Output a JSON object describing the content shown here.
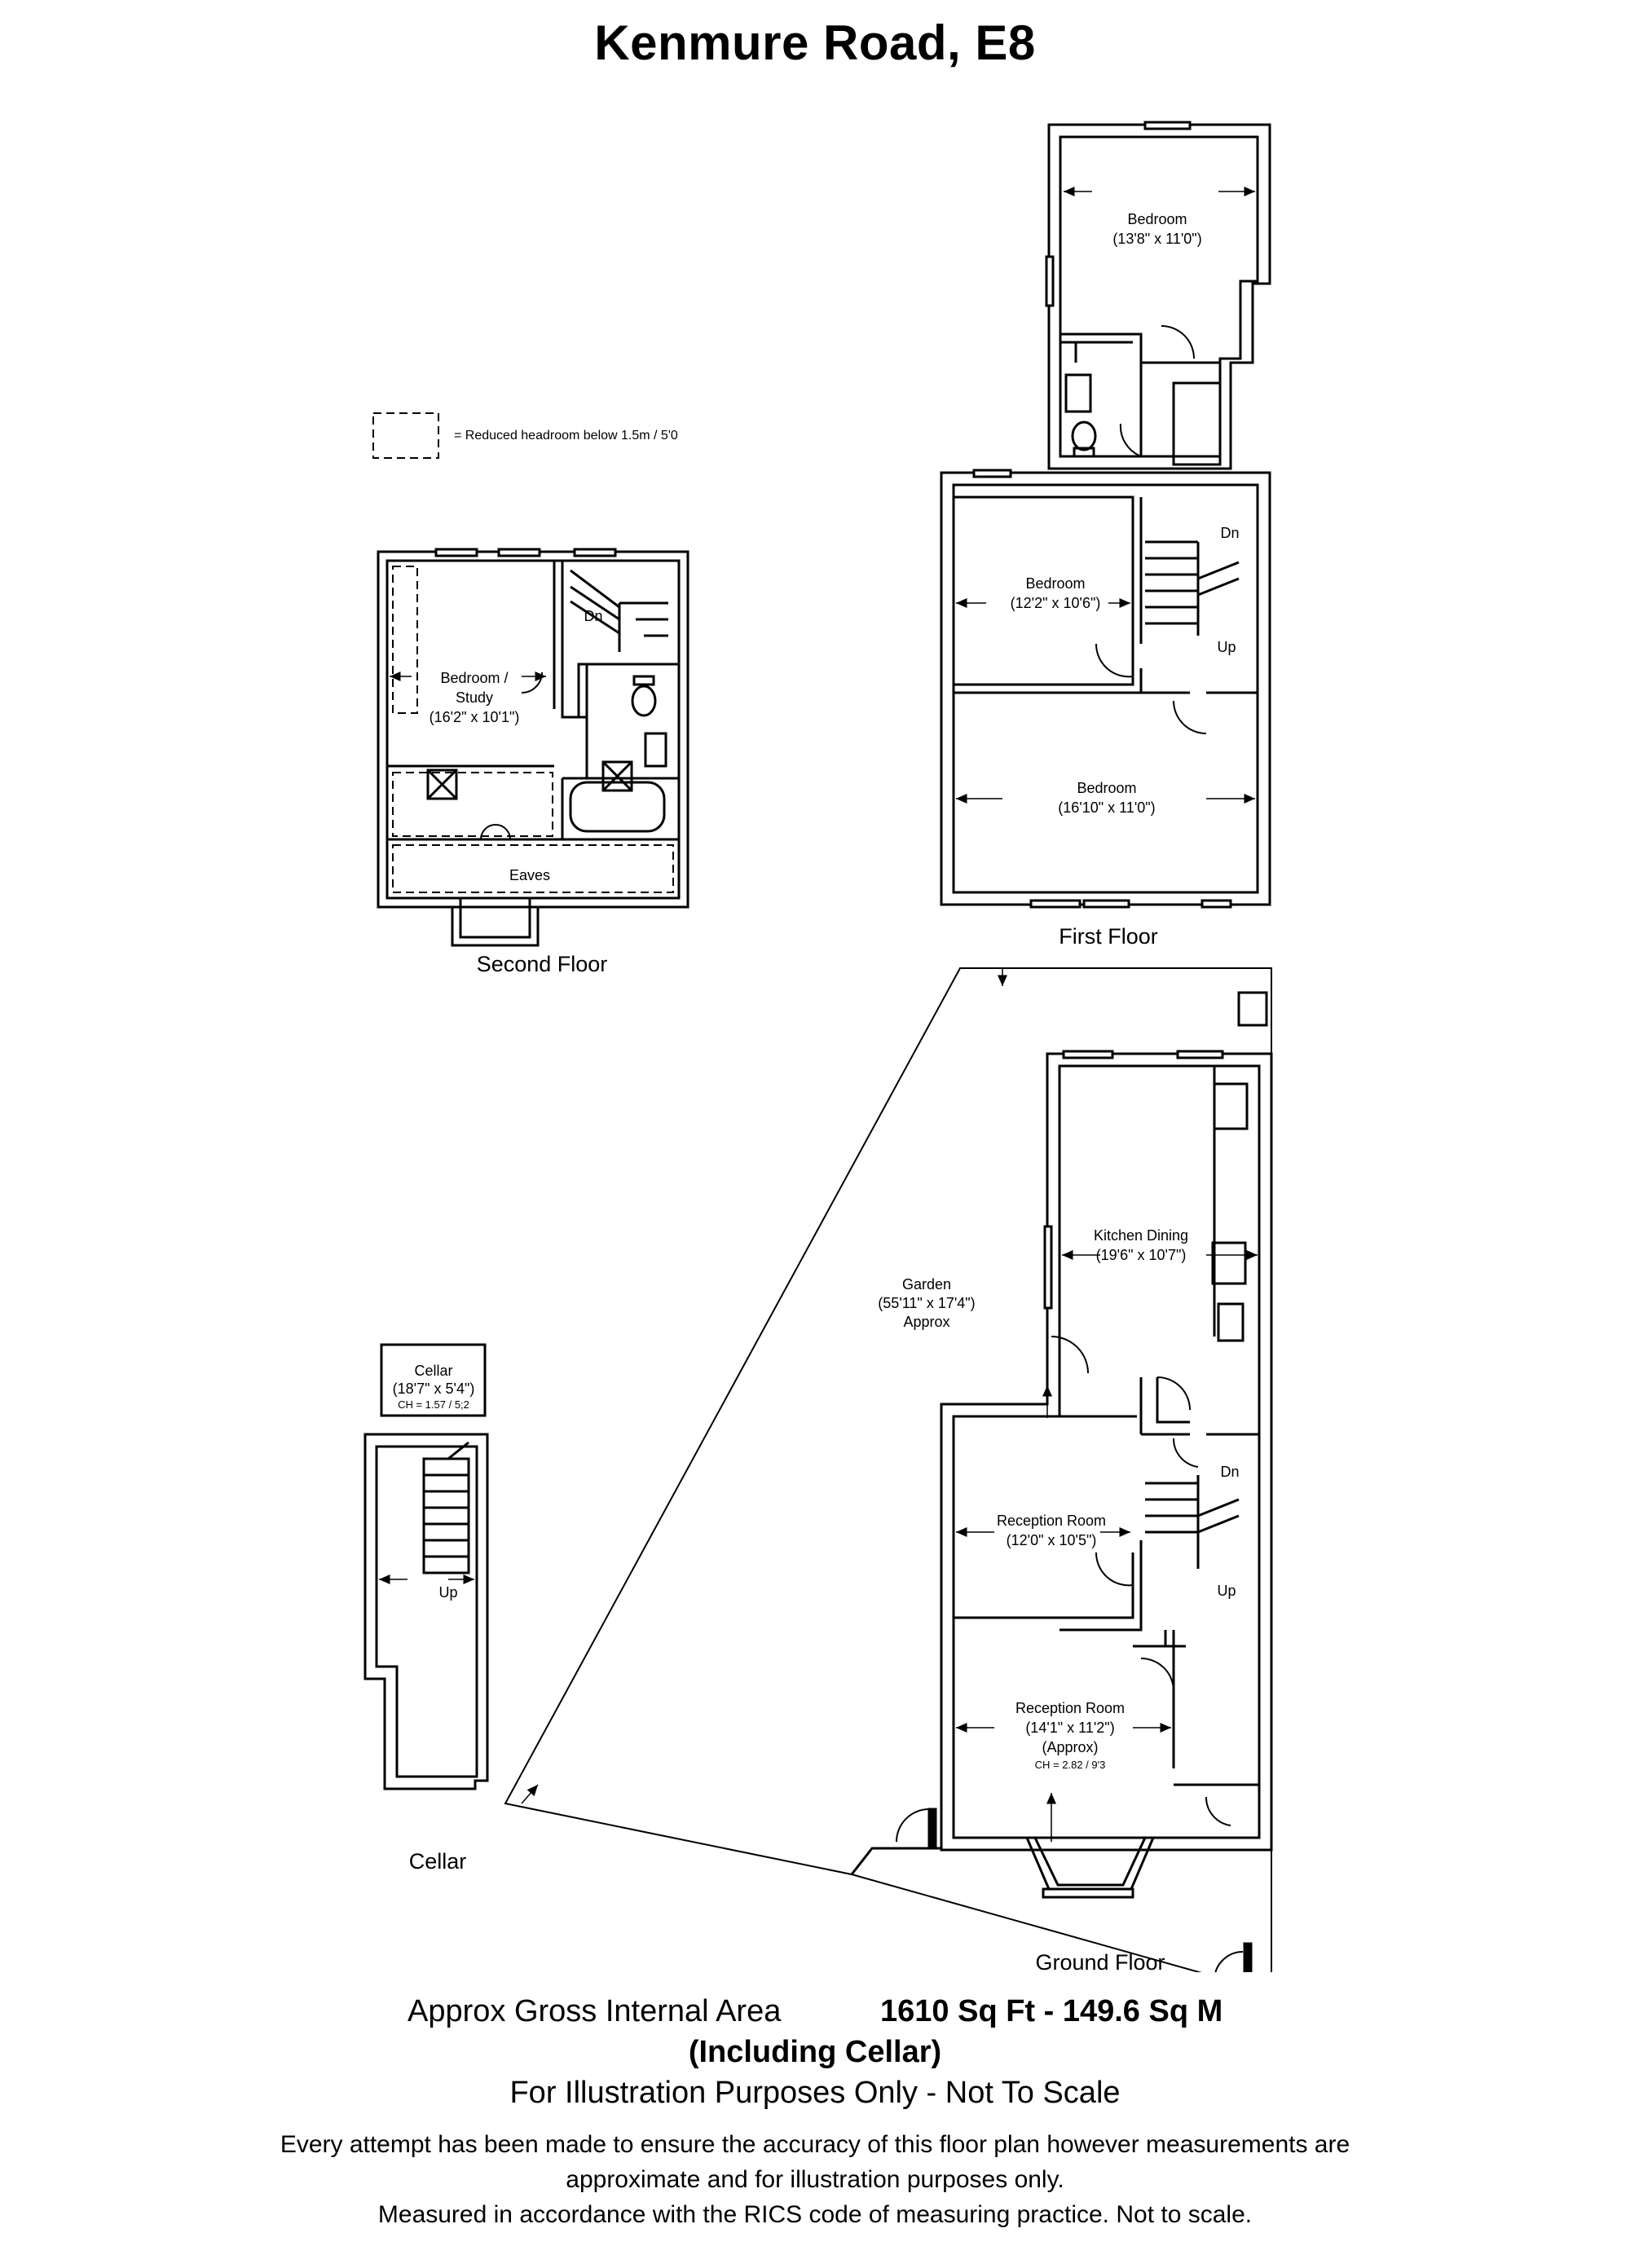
{
  "title": "Kenmure Road, E8",
  "legend": {
    "text": "= Reduced headroom below 1.5m / 5'0"
  },
  "floors": {
    "second": {
      "label": "Second Floor",
      "rooms": {
        "bedroom_study": [
          "Bedroom /",
          "Study",
          "(16'2\" x 10'1\")"
        ],
        "eaves": "Eaves"
      },
      "stair_dn": "Dn"
    },
    "first": {
      "label": "First Floor",
      "rooms": {
        "bedroom_rear": [
          "Bedroom",
          "(13'8\" x 11'0\")"
        ],
        "bedroom_middle": [
          "Bedroom",
          "(12'2\" x 10'6\")"
        ],
        "bedroom_front": [
          "Bedroom",
          "(16'10\" x 11'0\")"
        ]
      },
      "stair_dn": "Dn",
      "stair_up": "Up"
    },
    "cellar": {
      "label": "Cellar",
      "room": [
        "Cellar",
        "(18'7\" x 5'4\")",
        "CH = 1.57 / 5;2"
      ],
      "stair_up": "Up"
    },
    "ground": {
      "label": "Ground Floor",
      "rooms": {
        "garden": [
          "Garden",
          "(55'11\" x 17'4\")",
          "Approx"
        ],
        "kitchen": [
          "Kitchen Dining",
          "(19'6\" x 10'7\")"
        ],
        "reception_rear": [
          "Reception Room",
          "(12'0\" x 10'5\")"
        ],
        "reception_front": [
          "Reception Room",
          "(14'1\" x 11'2\")",
          "(Approx)",
          "CH = 2.82 / 9'3"
        ]
      },
      "stair_dn": "Dn",
      "stair_up": "Up"
    }
  },
  "area": {
    "label": "Approx Gross Internal Area",
    "value": "1610 Sq Ft - 149.6 Sq M",
    "including": "(Including Cellar)",
    "illustration": "For Illustration Purposes Only - Not To Scale"
  },
  "disclaimer": [
    "Every attempt has been made to ensure the accuracy of this floor plan however measurements are",
    "approximate and for illustration purposes only.",
    "Measured in accordance with the RICS code of measuring practice. Not to scale."
  ]
}
